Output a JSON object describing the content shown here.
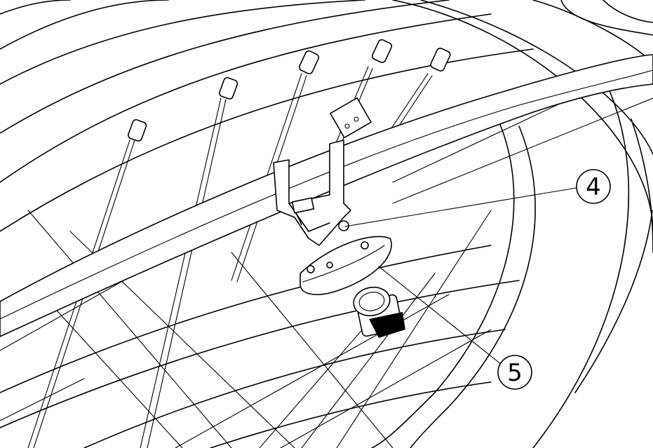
{
  "diagram": {
    "callouts": [
      {
        "id": "callout-4",
        "label": "4"
      },
      {
        "id": "callout-5",
        "label": "5"
      }
    ]
  },
  "colors": {
    "line": "#000000",
    "background": "#ffffff"
  }
}
